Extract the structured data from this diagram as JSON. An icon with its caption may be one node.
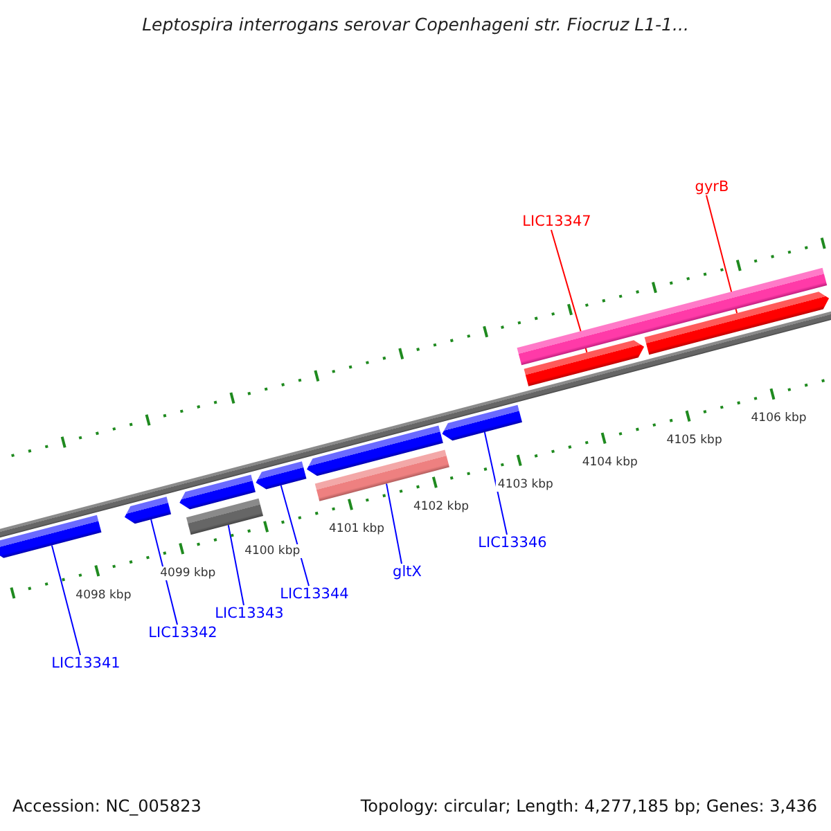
{
  "diagram": {
    "title": "Leptospira interrogans serovar Copenhageni str. Fiocruz L1-1...",
    "nodes": [
      {
        "text": [],
        "shape": "arrow"
      },
      {
        "text": [],
        "shape": "arrow"
      },
      {
        "text": [],
        "shape": "arrow"
      },
      {
        "text": [],
        "shape": "bar"
      },
      {
        "text": [],
        "shape": "arrow"
      },
      {
        "text": [],
        "shape": "arrow"
      },
      {
        "text": [],
        "shape": "bar"
      },
      {
        "text": [],
        "shape": "arrow"
      },
      {
        "text": [],
        "shape": "bar"
      },
      {
        "text": [],
        "shape": "arrow"
      },
      {
        "text": [],
        "shape": "arrow"
      },
      {
        "text": [
          "gyrB"
        ]
      },
      {
        "text": [
          "LIC13347"
        ]
      },
      {
        "text": [
          "LIC13341"
        ]
      },
      {
        "text": [
          "LIC13342"
        ]
      },
      {
        "text": [
          "LIC13343"
        ]
      },
      {
        "text": [
          "LIC13344"
        ]
      },
      {
        "text": [
          "gltX"
        ]
      },
      {
        "text": [
          "LIC13346"
        ]
      }
    ],
    "edges": [
      {
        "from": 11,
        "to": 10,
        "arrow": "none",
        "color": "#ff0000"
      },
      {
        "from": 12,
        "to": 9,
        "arrow": "none",
        "color": "#ff0000"
      },
      {
        "from": 13,
        "to": 0,
        "arrow": "none"
      },
      {
        "from": 14,
        "to": 1,
        "arrow": "none"
      },
      {
        "from": 15,
        "to": 3,
        "arrow": "none"
      },
      {
        "from": 16,
        "to": 4,
        "arrow": "none"
      },
      {
        "from": 17,
        "to": 6,
        "arrow": "none"
      },
      {
        "from": 18,
        "to": 7,
        "arrow": "none"
      }
    ],
    "labels": [
      "4098 kbp",
      "4099 kbp",
      "4100 kbp",
      "4101 kbp",
      "4102 kbp",
      "4103 kbp",
      "4104 kbp",
      "4105 kbp",
      "4106 kbp",
      "Accession: NC_005823",
      "Topology: circular; Length: 4,277,185 bp; Genes: 3,436"
    ]
  }
}
